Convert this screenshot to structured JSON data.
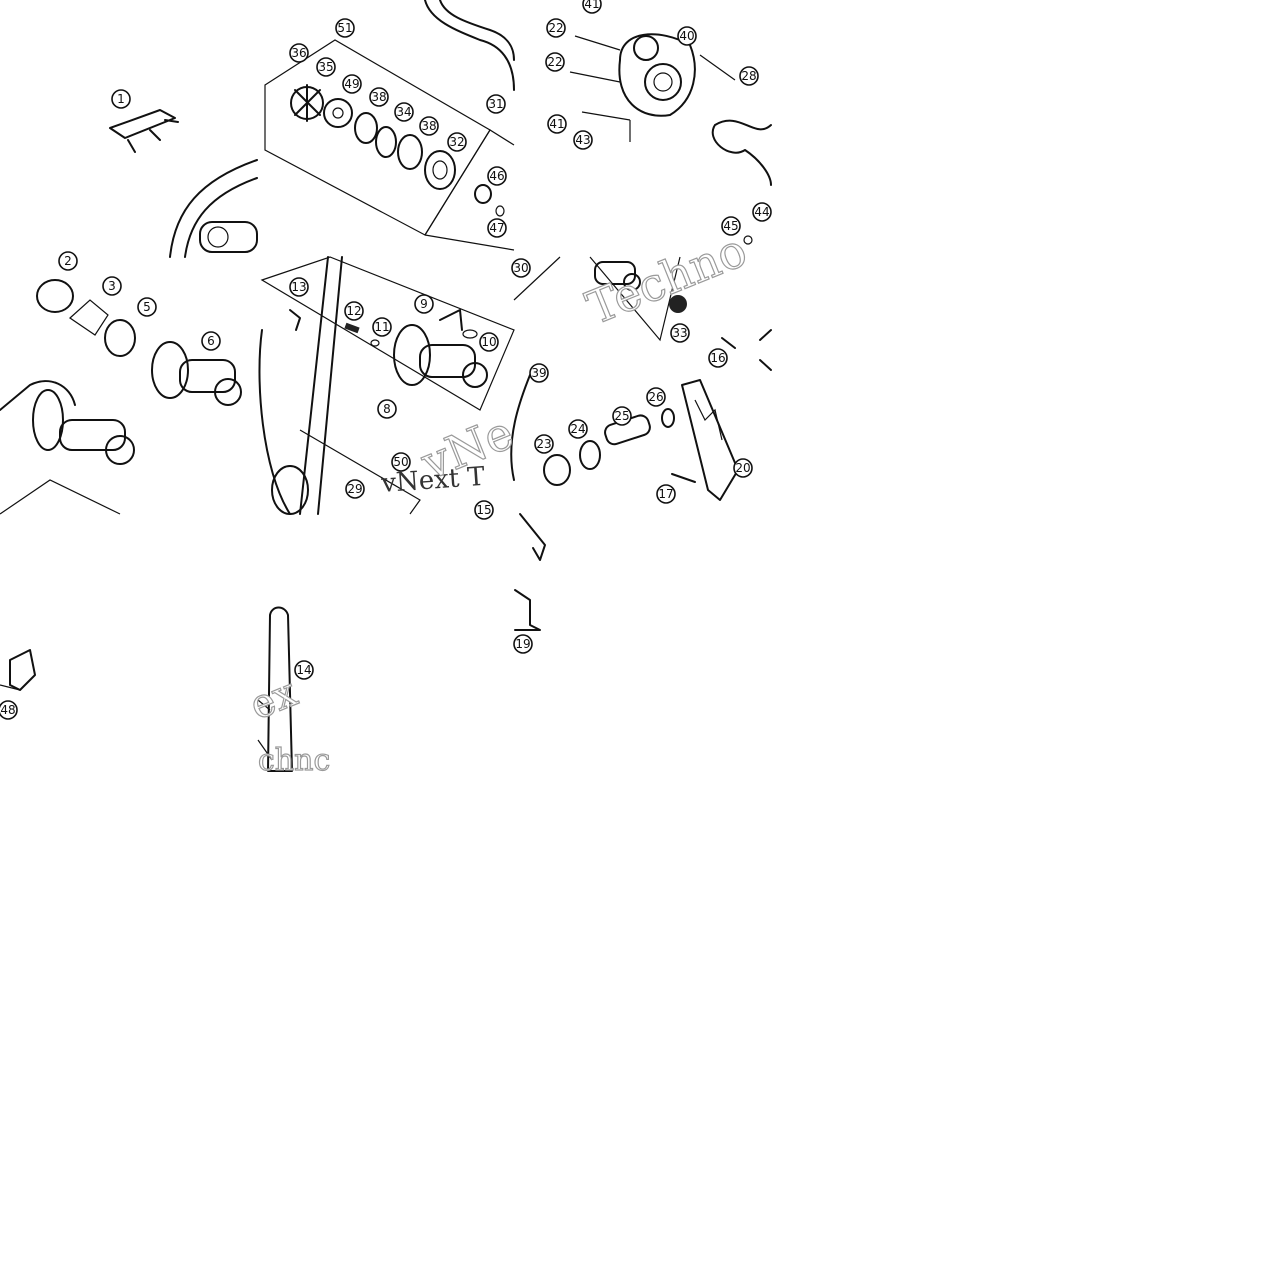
{
  "watermark": {
    "main": "vNext T",
    "fragments": [
      "Techno",
      "vNe",
      "ex",
      "chnc"
    ]
  },
  "callouts": [
    {
      "id": "1"
    },
    {
      "id": "2"
    },
    {
      "id": "3"
    },
    {
      "id": "5"
    },
    {
      "id": "6"
    },
    {
      "id": "8"
    },
    {
      "id": "9"
    },
    {
      "id": "10"
    },
    {
      "id": "11"
    },
    {
      "id": "12"
    },
    {
      "id": "13"
    },
    {
      "id": "14"
    },
    {
      "id": "15"
    },
    {
      "id": "16"
    },
    {
      "id": "17"
    },
    {
      "id": "19"
    },
    {
      "id": "20"
    },
    {
      "id": "22"
    },
    {
      "id": "22"
    },
    {
      "id": "23"
    },
    {
      "id": "24"
    },
    {
      "id": "25"
    },
    {
      "id": "26"
    },
    {
      "id": "28"
    },
    {
      "id": "29"
    },
    {
      "id": "30"
    },
    {
      "id": "31"
    },
    {
      "id": "32"
    },
    {
      "id": "33"
    },
    {
      "id": "34"
    },
    {
      "id": "35"
    },
    {
      "id": "36"
    },
    {
      "id": "38"
    },
    {
      "id": "38"
    },
    {
      "id": "39"
    },
    {
      "id": "40"
    },
    {
      "id": "41"
    },
    {
      "id": "41"
    },
    {
      "id": "43"
    },
    {
      "id": "44"
    },
    {
      "id": "45"
    },
    {
      "id": "46"
    },
    {
      "id": "47"
    },
    {
      "id": "48"
    },
    {
      "id": "49"
    },
    {
      "id": "50"
    },
    {
      "id": "51"
    }
  ]
}
